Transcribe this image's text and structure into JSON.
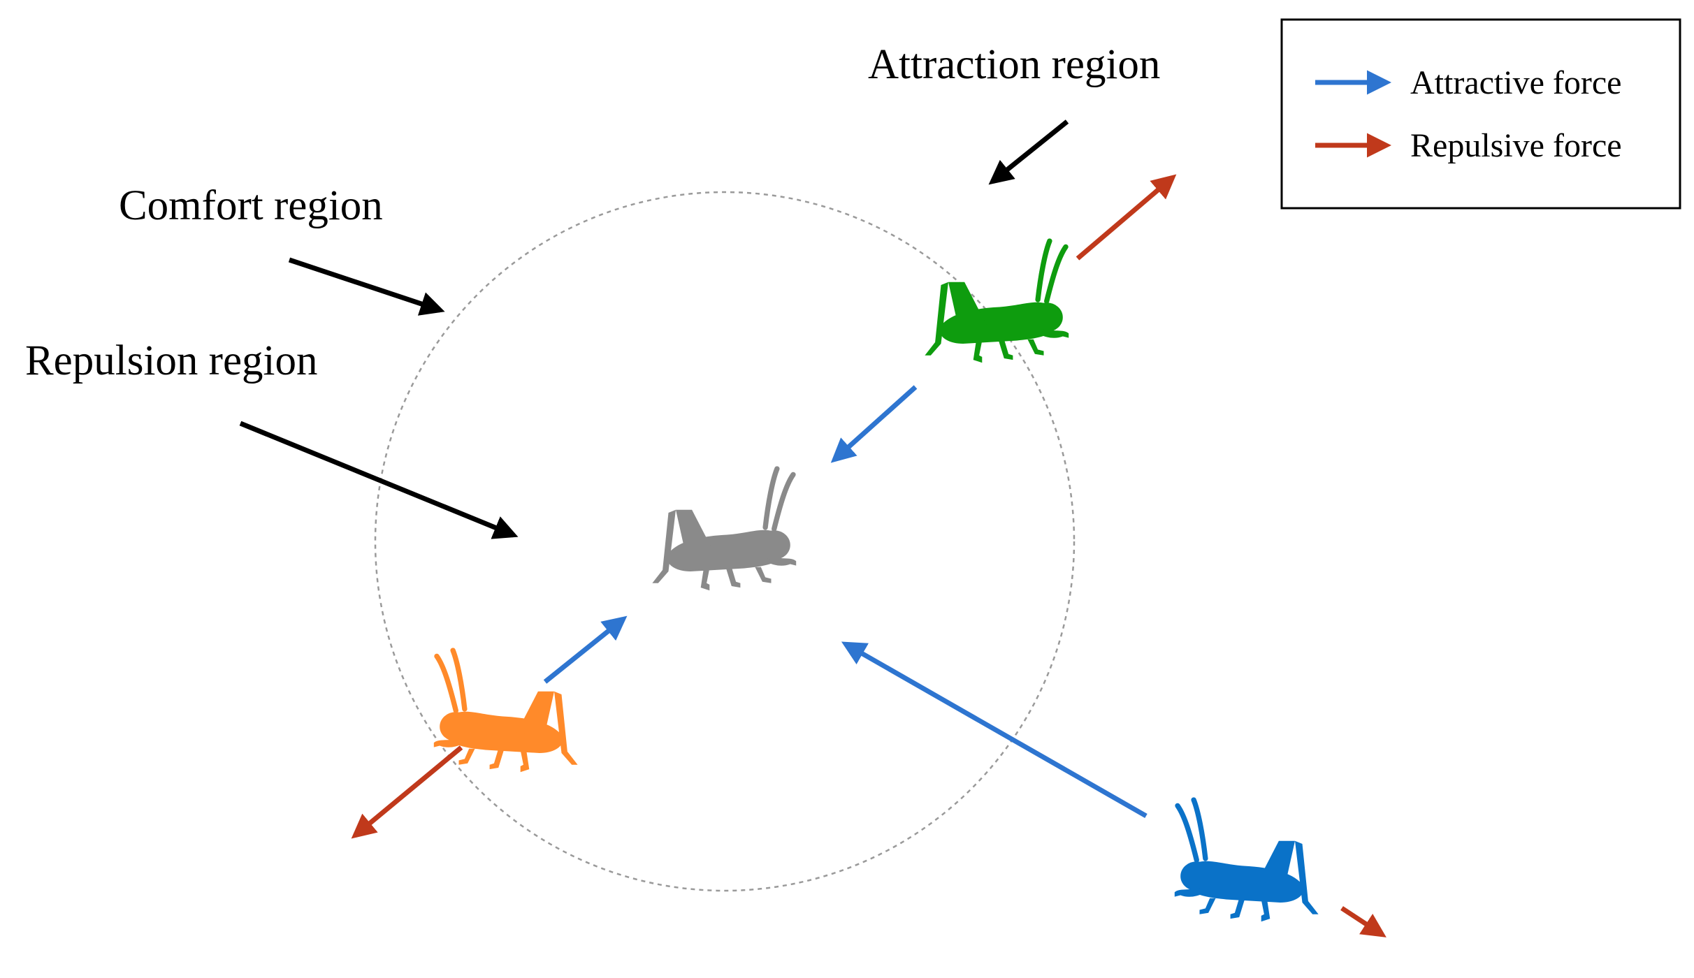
{
  "labels": {
    "attraction_region": "Attraction region",
    "comfort_region": "Comfort region",
    "repulsion_region": "Repulsion region"
  },
  "legend": {
    "items": [
      {
        "label": "Attractive force",
        "color": "#2E75D0"
      },
      {
        "label": "Repulsive force",
        "color": "#C0391B"
      }
    ]
  },
  "colors": {
    "attractive": "#2E75D0",
    "repulsive": "#C0391B",
    "pointer": "#000000",
    "circle": "#9A9A9A",
    "grasshopper_center": "#8A8A8A",
    "grasshopper_green": "#0E9C0E",
    "grasshopper_orange": "#FF8A2A",
    "grasshopper_blue": "#0A72C8"
  },
  "grasshoppers": [
    {
      "name": "center",
      "color_key": "grasshopper_center",
      "facing": "right"
    },
    {
      "name": "green",
      "color_key": "grasshopper_green",
      "facing": "right"
    },
    {
      "name": "orange",
      "color_key": "grasshopper_orange",
      "facing": "left"
    },
    {
      "name": "blue",
      "color_key": "grasshopper_blue",
      "facing": "left"
    }
  ]
}
